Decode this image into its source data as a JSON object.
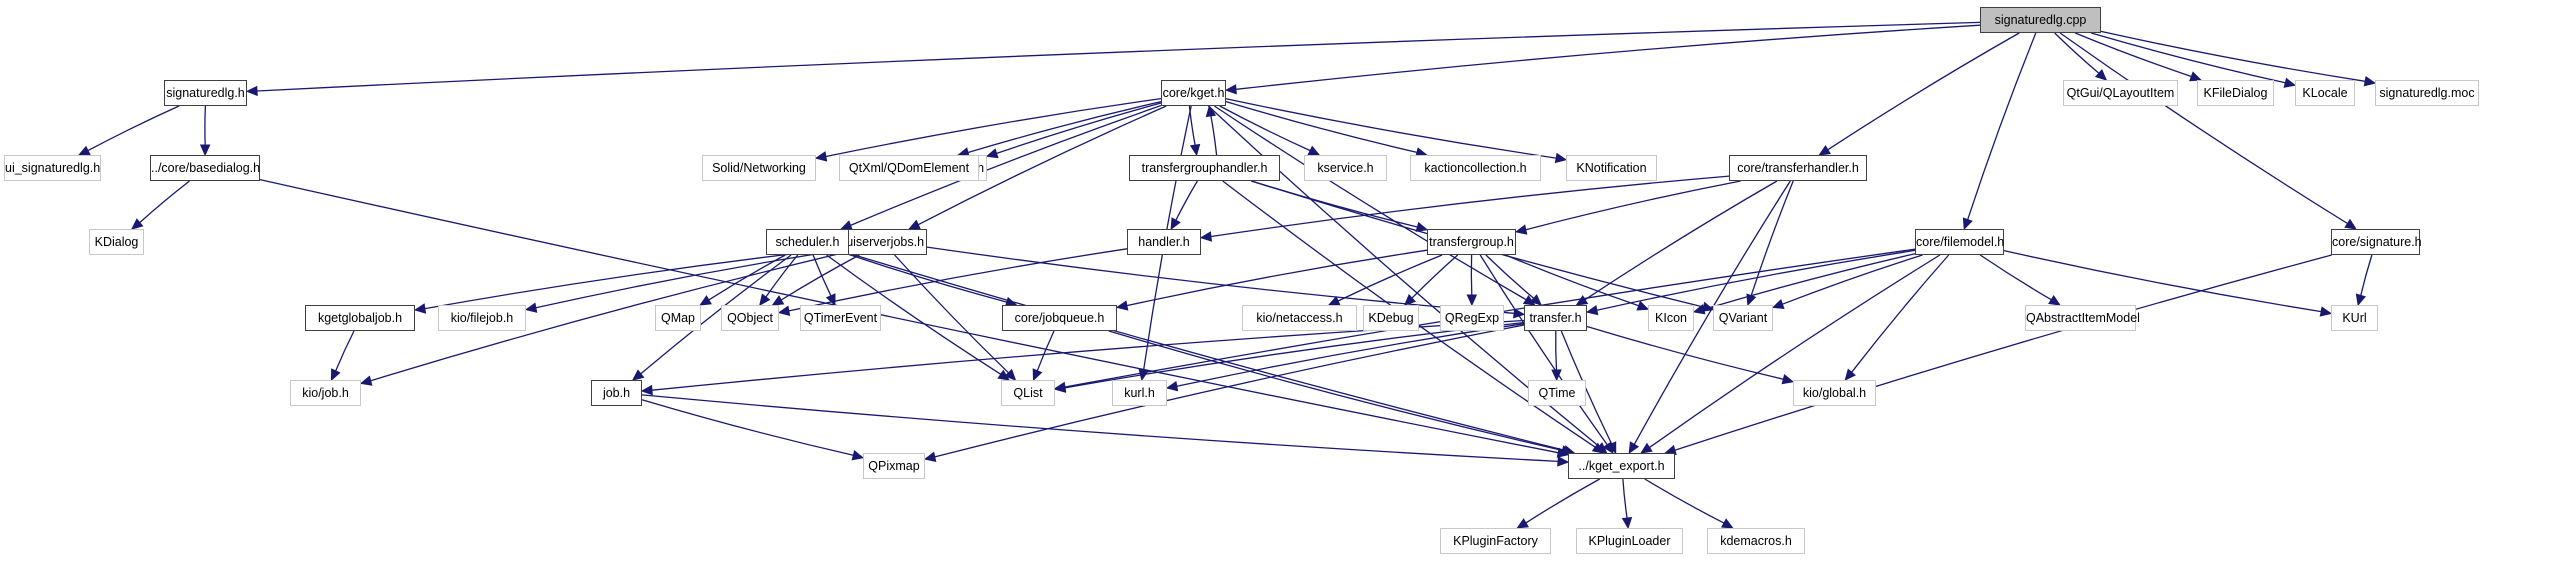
{
  "graph": {
    "title": "Include dependency graph for signaturedlg.cpp",
    "edge_color": "#191970",
    "root_fill": "#bfbfbf",
    "local_border": "#404040",
    "external_border": "#c8c8c8",
    "nodes": [
      {
        "id": "signaturedlg_cpp",
        "label": "signaturedlg.cpp",
        "kind": "root"
      },
      {
        "id": "signaturedlg_h",
        "label": "signaturedlg.h",
        "kind": "local"
      },
      {
        "id": "ui_signaturedlg_h",
        "label": "ui_signaturedlg.h",
        "kind": "external"
      },
      {
        "id": "basedialog_h",
        "label": "../core/basedialog.h",
        "kind": "local"
      },
      {
        "id": "KDialog",
        "label": "KDialog",
        "kind": "external"
      },
      {
        "id": "kget_h",
        "label": "core/kget.h",
        "kind": "local"
      },
      {
        "id": "kuiserverjobs_h",
        "label": "kuiserverjobs.h",
        "kind": "local"
      },
      {
        "id": "ktabwidget_h",
        "label": "ktabwidget.h",
        "kind": "external"
      },
      {
        "id": "Solid_Networking",
        "label": "Solid/Networking",
        "kind": "external"
      },
      {
        "id": "QDomElement",
        "label": "QtXml/QDomElement",
        "kind": "external"
      },
      {
        "id": "transfergrouphandler_h",
        "label": "transfergrouphandler.h",
        "kind": "local"
      },
      {
        "id": "kservice_h",
        "label": "kservice.h",
        "kind": "external"
      },
      {
        "id": "kactioncollection_h",
        "label": "kactioncollection.h",
        "kind": "external"
      },
      {
        "id": "KNotification",
        "label": "KNotification",
        "kind": "external"
      },
      {
        "id": "transferhandler_h",
        "label": "core/transferhandler.h",
        "kind": "local"
      },
      {
        "id": "QLayoutItem",
        "label": "QtGui/QLayoutItem",
        "kind": "external"
      },
      {
        "id": "KFileDialog",
        "label": "KFileDialog",
        "kind": "external"
      },
      {
        "id": "KLocale",
        "label": "KLocale",
        "kind": "external"
      },
      {
        "id": "signaturedlg_moc",
        "label": "signaturedlg.moc",
        "kind": "external"
      },
      {
        "id": "scheduler_h",
        "label": "scheduler.h",
        "kind": "local"
      },
      {
        "id": "handler_h",
        "label": "handler.h",
        "kind": "local"
      },
      {
        "id": "transfergroup_h",
        "label": "transfergroup.h",
        "kind": "local"
      },
      {
        "id": "filemodel_h",
        "label": "core/filemodel.h",
        "kind": "local"
      },
      {
        "id": "signature_h",
        "label": "core/signature.h",
        "kind": "local"
      },
      {
        "id": "kgetglobaljob_h",
        "label": "kgetglobaljob.h",
        "kind": "local"
      },
      {
        "id": "kio_filejob_h",
        "label": "kio/filejob.h",
        "kind": "external"
      },
      {
        "id": "QMap",
        "label": "QMap",
        "kind": "external"
      },
      {
        "id": "QObject",
        "label": "QObject",
        "kind": "external"
      },
      {
        "id": "QTimerEvent",
        "label": "QTimerEvent",
        "kind": "external"
      },
      {
        "id": "jobqueue_h",
        "label": "core/jobqueue.h",
        "kind": "local"
      },
      {
        "id": "kio_netaccess_h",
        "label": "kio/netaccess.h",
        "kind": "external"
      },
      {
        "id": "KDebug",
        "label": "KDebug",
        "kind": "external"
      },
      {
        "id": "QRegExp",
        "label": "QRegExp",
        "kind": "external"
      },
      {
        "id": "transfer_h",
        "label": "transfer.h",
        "kind": "local"
      },
      {
        "id": "KIcon",
        "label": "KIcon",
        "kind": "external"
      },
      {
        "id": "QVariant",
        "label": "QVariant",
        "kind": "external"
      },
      {
        "id": "QAbstractItemModel",
        "label": "QAbstractItemModel",
        "kind": "external"
      },
      {
        "id": "KUrl",
        "label": "KUrl",
        "kind": "external"
      },
      {
        "id": "kio_job_h",
        "label": "kio/job.h",
        "kind": "external"
      },
      {
        "id": "job_h",
        "label": "job.h",
        "kind": "local"
      },
      {
        "id": "QList",
        "label": "QList",
        "kind": "external"
      },
      {
        "id": "kurl_h",
        "label": "kurl.h",
        "kind": "external"
      },
      {
        "id": "QTime",
        "label": "QTime",
        "kind": "external"
      },
      {
        "id": "kio_global_h",
        "label": "kio/global.h",
        "kind": "external"
      },
      {
        "id": "QPixmap",
        "label": "QPixmap",
        "kind": "external"
      },
      {
        "id": "kget_export_h",
        "label": "../kget_export.h",
        "kind": "local"
      },
      {
        "id": "KPluginFactory",
        "label": "KPluginFactory",
        "kind": "external"
      },
      {
        "id": "KPluginLoader",
        "label": "KPluginLoader",
        "kind": "external"
      },
      {
        "id": "kdemacros_h",
        "label": "kdemacros.h",
        "kind": "external"
      }
    ],
    "edges": [
      [
        "signaturedlg_cpp",
        "signaturedlg_h"
      ],
      [
        "signaturedlg_cpp",
        "kget_h"
      ],
      [
        "signaturedlg_cpp",
        "transferhandler_h"
      ],
      [
        "signaturedlg_cpp",
        "filemodel_h"
      ],
      [
        "signaturedlg_cpp",
        "signature_h"
      ],
      [
        "signaturedlg_cpp",
        "QLayoutItem"
      ],
      [
        "signaturedlg_cpp",
        "KFileDialog"
      ],
      [
        "signaturedlg_cpp",
        "KLocale"
      ],
      [
        "signaturedlg_cpp",
        "signaturedlg_moc"
      ],
      [
        "signaturedlg_h",
        "ui_signaturedlg_h"
      ],
      [
        "signaturedlg_h",
        "basedialog_h"
      ],
      [
        "basedialog_h",
        "KDialog"
      ],
      [
        "basedialog_h",
        "kget_export_h"
      ],
      [
        "kget_h",
        "kuiserverjobs_h"
      ],
      [
        "kget_h",
        "ktabwidget_h"
      ],
      [
        "kget_h",
        "Solid_Networking"
      ],
      [
        "kget_h",
        "QDomElement"
      ],
      [
        "kget_h",
        "scheduler_h"
      ],
      [
        "kget_h",
        "transfergrouphandler_h"
      ],
      [
        "kget_h",
        "kservice_h"
      ],
      [
        "kget_h",
        "kactioncollection_h"
      ],
      [
        "kget_h",
        "KNotification"
      ],
      [
        "kget_h",
        "kurl_h"
      ],
      [
        "kget_h",
        "transfer_h"
      ],
      [
        "kget_h",
        "kget_export_h"
      ],
      [
        "transfergrouphandler_h",
        "kget_h"
      ],
      [
        "transfergrouphandler_h",
        "handler_h"
      ],
      [
        "transfergrouphandler_h",
        "transfergroup_h"
      ],
      [
        "transfergrouphandler_h",
        "QVariant"
      ],
      [
        "transfergrouphandler_h",
        "kget_export_h"
      ],
      [
        "transferhandler_h",
        "handler_h"
      ],
      [
        "transferhandler_h",
        "transfergroup_h"
      ],
      [
        "transferhandler_h",
        "transfer_h"
      ],
      [
        "transferhandler_h",
        "QVariant"
      ],
      [
        "transferhandler_h",
        "kget_export_h"
      ],
      [
        "kuiserverjobs_h",
        "kgetglobaljob_h"
      ],
      [
        "kuiserverjobs_h",
        "kio_filejob_h"
      ],
      [
        "kuiserverjobs_h",
        "kio_job_h"
      ],
      [
        "kuiserverjobs_h",
        "QObject"
      ],
      [
        "kuiserverjobs_h",
        "QList"
      ],
      [
        "kuiserverjobs_h",
        "transfer_h"
      ],
      [
        "kgetglobaljob_h",
        "kio_job_h"
      ],
      [
        "scheduler_h",
        "job_h"
      ],
      [
        "scheduler_h",
        "QMap"
      ],
      [
        "scheduler_h",
        "QObject"
      ],
      [
        "scheduler_h",
        "QTimerEvent"
      ],
      [
        "scheduler_h",
        "jobqueue_h"
      ],
      [
        "scheduler_h",
        "QList"
      ],
      [
        "scheduler_h",
        "kget_export_h"
      ],
      [
        "handler_h",
        "QObject"
      ],
      [
        "transfergroup_h",
        "jobqueue_h"
      ],
      [
        "transfergroup_h",
        "kio_netaccess_h"
      ],
      [
        "transfergroup_h",
        "KDebug"
      ],
      [
        "transfergroup_h",
        "QRegExp"
      ],
      [
        "transfergroup_h",
        "transfer_h"
      ],
      [
        "transfergroup_h",
        "KIcon"
      ],
      [
        "transfergroup_h",
        "kget_export_h"
      ],
      [
        "jobqueue_h",
        "QList"
      ],
      [
        "jobqueue_h",
        "kget_export_h"
      ],
      [
        "transfer_h",
        "job_h"
      ],
      [
        "transfer_h",
        "QList"
      ],
      [
        "transfer_h",
        "kurl_h"
      ],
      [
        "transfer_h",
        "QTime"
      ],
      [
        "transfer_h",
        "kio_global_h"
      ],
      [
        "transfer_h",
        "QPixmap"
      ],
      [
        "transfer_h",
        "kget_export_h"
      ],
      [
        "job_h",
        "QPixmap"
      ],
      [
        "job_h",
        "kget_export_h"
      ],
      [
        "filemodel_h",
        "transfer_h"
      ],
      [
        "filemodel_h",
        "KIcon"
      ],
      [
        "filemodel_h",
        "QVariant"
      ],
      [
        "filemodel_h",
        "QAbstractItemModel"
      ],
      [
        "filemodel_h",
        "KUrl"
      ],
      [
        "filemodel_h",
        "QList"
      ],
      [
        "filemodel_h",
        "kio_global_h"
      ],
      [
        "filemodel_h",
        "kget_export_h"
      ],
      [
        "signature_h",
        "KUrl"
      ],
      [
        "signature_h",
        "kget_export_h"
      ],
      [
        "kget_export_h",
        "KPluginFactory"
      ],
      [
        "kget_export_h",
        "KPluginLoader"
      ],
      [
        "kget_export_h",
        "kdemacros_h"
      ]
    ]
  }
}
